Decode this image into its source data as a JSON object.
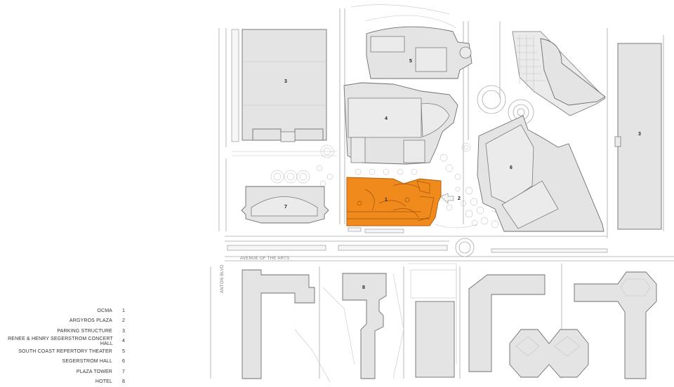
{
  "legend": [
    {
      "name": "OCMA",
      "num": "1"
    },
    {
      "name": "ARGYROS PLAZA",
      "num": "2"
    },
    {
      "name": "PARKING STRUCTURE",
      "num": "3"
    },
    {
      "name": "RENEE & HENRY SEGERSTROM CONCERT HALL",
      "num": "4"
    },
    {
      "name": "SOUTH COAST REPERTORY THEATER",
      "num": "5"
    },
    {
      "name": "SEGERSTROM HALL",
      "num": "6"
    },
    {
      "name": "PLAZA TOWER",
      "num": "7"
    },
    {
      "name": "HOTEL",
      "num": "8"
    }
  ],
  "map": {
    "labels": {
      "ocma": "1",
      "plaza": "2",
      "parking_west": "3",
      "parking_east": "3",
      "concert_hall": "4",
      "repertory": "5",
      "segerstrom_hall": "6",
      "plaza_tower": "7",
      "hotel": "8"
    },
    "streets": {
      "avenue": "AVENUE OF THE ARTS",
      "anton": "ANTON BLVD"
    },
    "colors": {
      "highlight": "#f08a1c",
      "building": "#e4e4e4",
      "outline": "#6e6e6e"
    }
  }
}
